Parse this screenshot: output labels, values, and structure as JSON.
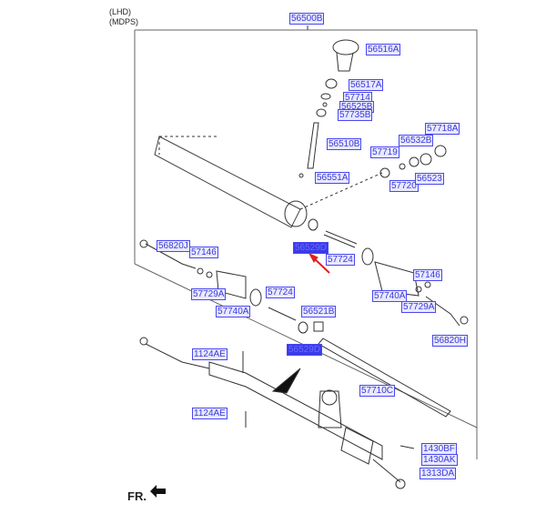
{
  "header": {
    "line1": "(LHD)",
    "line2": "(MDPS)"
  },
  "direction_label": "FR.",
  "parts": [
    {
      "code": "56500B",
      "highlight": false
    },
    {
      "code": "56516A",
      "highlight": false
    },
    {
      "code": "56517A",
      "highlight": false
    },
    {
      "code": "57714",
      "highlight": false
    },
    {
      "code": "56525B",
      "highlight": false
    },
    {
      "code": "57735B",
      "highlight": false
    },
    {
      "code": "56510B",
      "highlight": false
    },
    {
      "code": "57719",
      "highlight": false
    },
    {
      "code": "56532B",
      "highlight": false
    },
    {
      "code": "57718A",
      "highlight": false
    },
    {
      "code": "56551A",
      "highlight": false
    },
    {
      "code": "57720",
      "highlight": false
    },
    {
      "code": "56523",
      "highlight": false
    },
    {
      "code": "56529D",
      "highlight": true
    },
    {
      "code": "57724",
      "highlight": false
    },
    {
      "code": "56820J",
      "highlight": false
    },
    {
      "code": "57146",
      "highlight": false
    },
    {
      "code": "57729A",
      "highlight": false
    },
    {
      "code": "57740A",
      "highlight": false
    },
    {
      "code": "57724",
      "highlight": false
    },
    {
      "code": "56521B",
      "highlight": false
    },
    {
      "code": "56529D",
      "highlight": true
    },
    {
      "code": "57146",
      "highlight": false
    },
    {
      "code": "57740A",
      "highlight": false
    },
    {
      "code": "57729A",
      "highlight": false
    },
    {
      "code": "56820H",
      "highlight": false
    },
    {
      "code": "1124AE",
      "highlight": false
    },
    {
      "code": "57710C",
      "highlight": false
    },
    {
      "code": "1124AE",
      "highlight": false
    },
    {
      "code": "1430BF",
      "highlight": false
    },
    {
      "code": "1430AK",
      "highlight": false
    },
    {
      "code": "1313DA",
      "highlight": false
    }
  ],
  "colors": {
    "label_border": "#4848f0",
    "label_fill": "#e8e8ff",
    "highlight_fill": "#3a3ae8",
    "arrow": "#e02020"
  }
}
